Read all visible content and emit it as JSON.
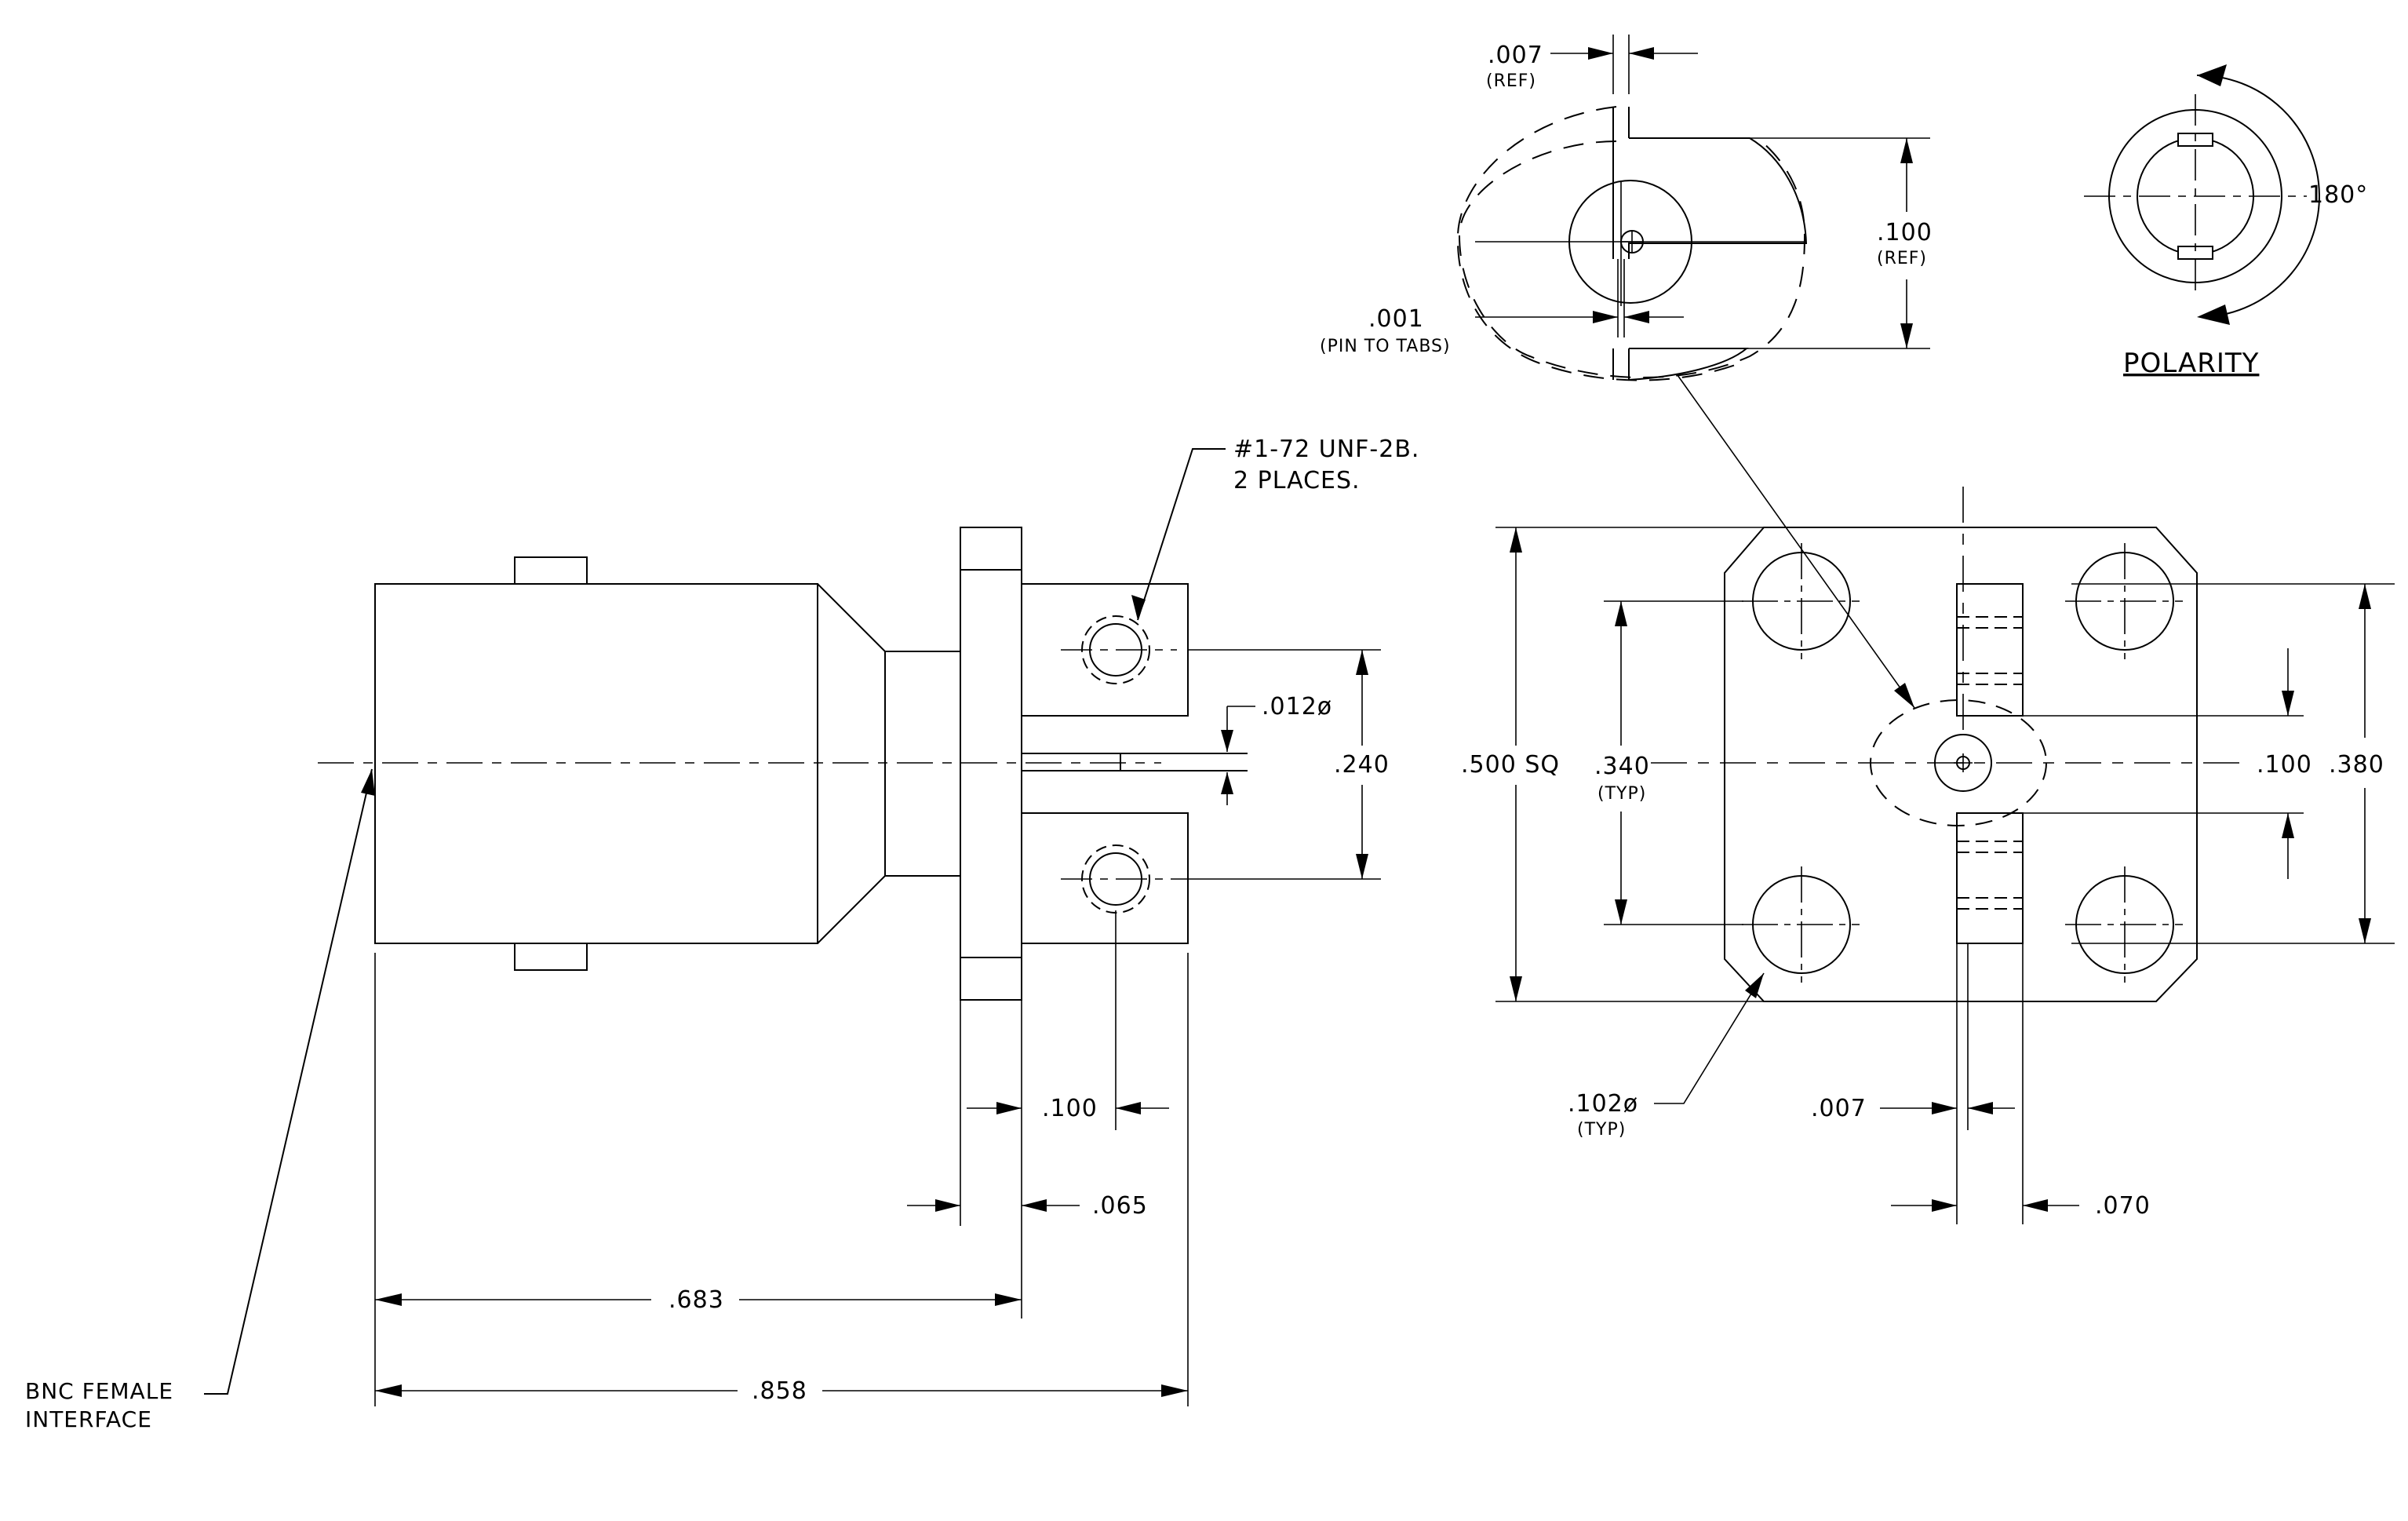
{
  "labels": {
    "thread_callout_line1": "#1-72 UNF-2B.",
    "thread_callout_line2": "2 PLACES.",
    "pin_dia": ".012ø",
    "dim_240": ".240",
    "dim_100_side": ".100",
    "dim_065": ".065",
    "dim_683": ".683",
    "dim_858": ".858",
    "bnc_line1": "BNC FEMALE",
    "bnc_line2": "INTERFACE",
    "dim_007_ref": ".007",
    "ref_1": "(REF)",
    "dim_100_ref": ".100",
    "ref_2": "(REF)",
    "dim_001": ".001",
    "pin_to_tabs": "(PIN TO TABS)",
    "angle_180": "180°",
    "polarity": "POLARITY",
    "dim_500_sq": ".500 SQ",
    "dim_340": ".340",
    "typ_1": "(TYP)",
    "dim_100_front": ".100",
    "dim_380": ".380",
    "hole_dia": ".102ø",
    "typ_2": "(TYP)",
    "dim_007_front": ".007",
    "dim_070": ".070"
  }
}
